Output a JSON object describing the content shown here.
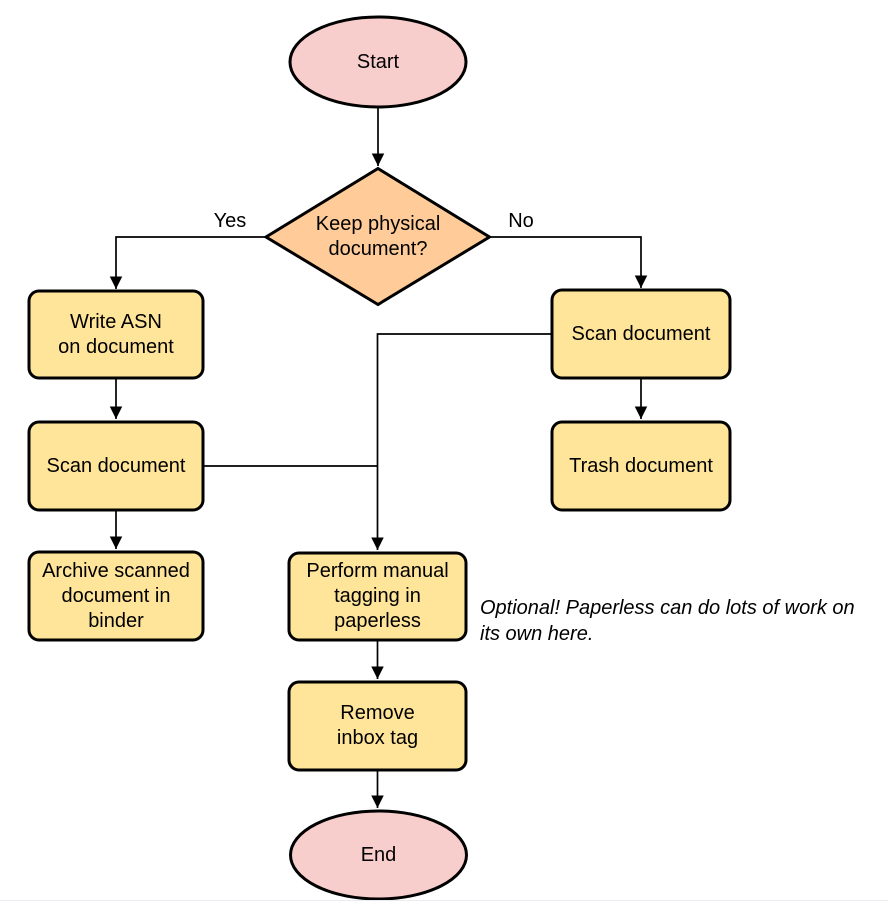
{
  "diagram": {
    "type": "flowchart",
    "colors": {
      "terminator_fill": "#f8cecc",
      "decision_fill": "#ffcc99",
      "process_fill": "#ffe599",
      "border": "#000000",
      "bottom_rule": "#e9edf1"
    },
    "nodes": {
      "start": {
        "type": "terminator",
        "label": "Start",
        "lines": [
          "Start"
        ]
      },
      "decision": {
        "type": "decision",
        "label": "Keep physical document?",
        "lines": [
          "Keep physical",
          "document?"
        ]
      },
      "write_asn": {
        "type": "process",
        "label": "Write ASN on document",
        "lines": [
          "Write ASN",
          "on document"
        ]
      },
      "scan_left": {
        "type": "process",
        "label": "Scan document",
        "lines": [
          "Scan document"
        ]
      },
      "archive": {
        "type": "process",
        "label": "Archive scanned document in binder",
        "lines": [
          "Archive scanned",
          "document in",
          "binder"
        ]
      },
      "scan_right": {
        "type": "process",
        "label": "Scan document",
        "lines": [
          "Scan document"
        ]
      },
      "trash": {
        "type": "process",
        "label": "Trash document",
        "lines": [
          "Trash document"
        ]
      },
      "tagging": {
        "type": "process",
        "label": "Perform manual tagging in paperless",
        "lines": [
          "Perform manual",
          "tagging in",
          "paperless"
        ]
      },
      "remove_inbox": {
        "type": "process",
        "label": "Remove inbox tag",
        "lines": [
          "Remove",
          "inbox tag"
        ]
      },
      "end": {
        "type": "terminator",
        "label": "End",
        "lines": [
          "End"
        ]
      }
    },
    "edge_labels": {
      "yes": "Yes",
      "no": "No"
    },
    "annotation": {
      "text": "Optional! Paperless can do lots of work on its own here.",
      "lines": [
        "Optional! Paperless can do lots of work on",
        "its own here."
      ]
    }
  }
}
